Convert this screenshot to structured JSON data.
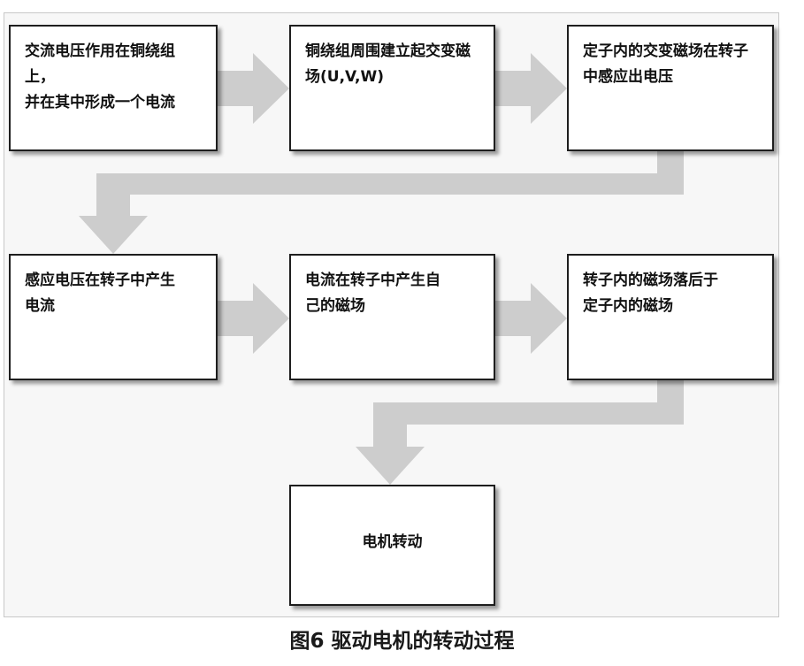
{
  "diagram": {
    "colors": {
      "arrow": "#cdcdcd",
      "box_border": "#1e1e1e",
      "background": "#f7f7f7"
    },
    "steps": [
      {
        "text": "交流电压作用在铜绕组上，\n并在其中形成一个电流"
      },
      {
        "text": "铜绕组周围建立起交变磁\n场(U,V,W)"
      },
      {
        "text": "定子内的交变磁场在转子\n中感应出电压"
      },
      {
        "text": "感应电压在转子中产生\n电流"
      },
      {
        "text": "电流在转子中产生自\n己的磁场"
      },
      {
        "text": "转子内的磁场落后于\n定子内的磁场"
      },
      {
        "text": "电机转动"
      }
    ]
  },
  "caption": "图6 驱动电机的转动过程"
}
